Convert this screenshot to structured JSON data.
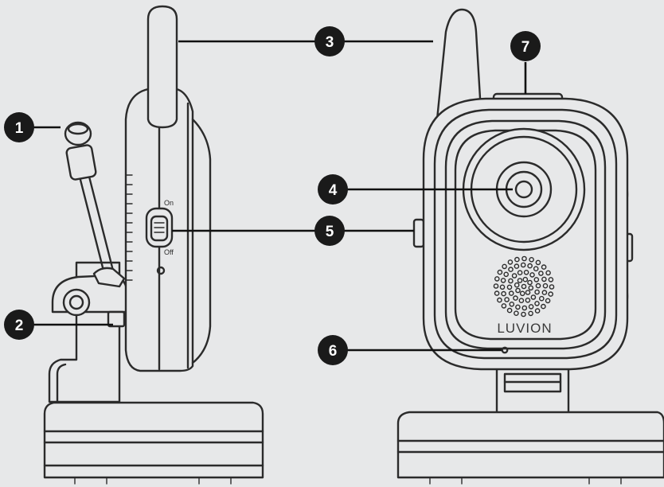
{
  "colors": {
    "background": "#e7e8e9",
    "outline": "#2b2b2b",
    "callout_fill": "#1a1a1a",
    "callout_text": "#ffffff"
  },
  "callouts": [
    {
      "number": "1",
      "part": "microphone-gooseneck"
    },
    {
      "number": "2",
      "part": "side-connector"
    },
    {
      "number": "3",
      "part": "antenna"
    },
    {
      "number": "4",
      "part": "camera-lens"
    },
    {
      "number": "5",
      "part": "power-switch"
    },
    {
      "number": "6",
      "part": "front-indicator"
    },
    {
      "number": "7",
      "part": "top-button"
    }
  ],
  "labels": {
    "switch_on": "On",
    "switch_off": "Off",
    "brand": "LUVION"
  }
}
